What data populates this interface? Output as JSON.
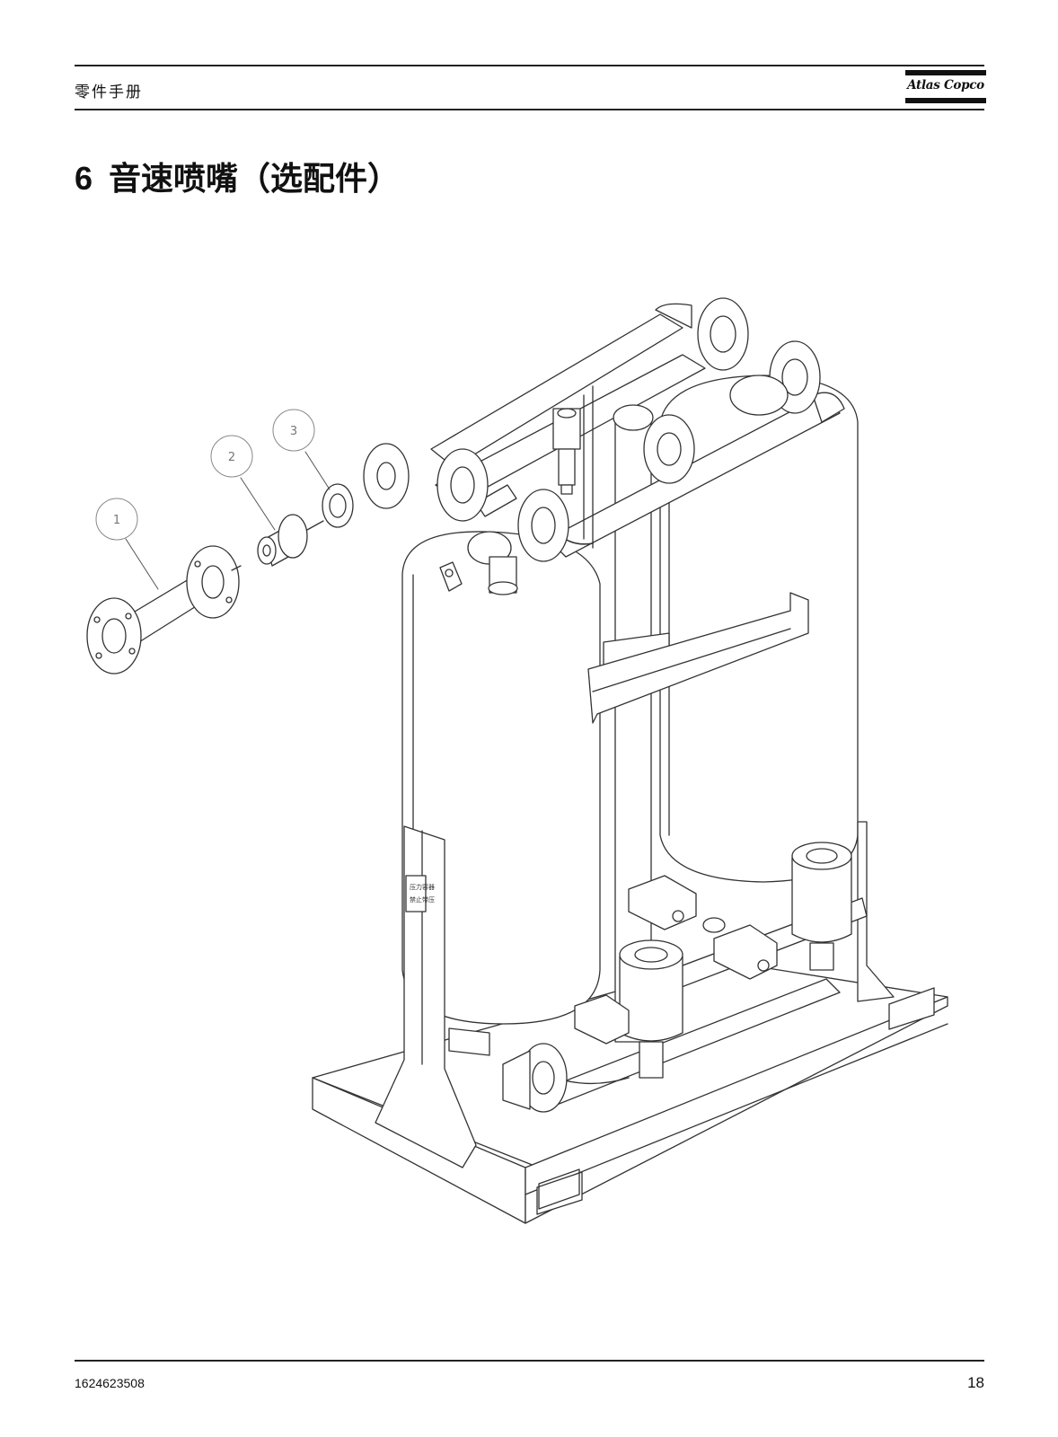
{
  "header": {
    "title": "零件手册",
    "brand_logo_text": "Atlas Copco"
  },
  "section": {
    "number": "6",
    "title": "音速喷嘴（选配件）"
  },
  "drawing": {
    "callouts": [
      "1",
      "2",
      "3"
    ],
    "warning_label_lines": [
      "压力容器",
      "禁止带压"
    ]
  },
  "footer": {
    "document_number": "1624623508",
    "page_number": "18"
  }
}
